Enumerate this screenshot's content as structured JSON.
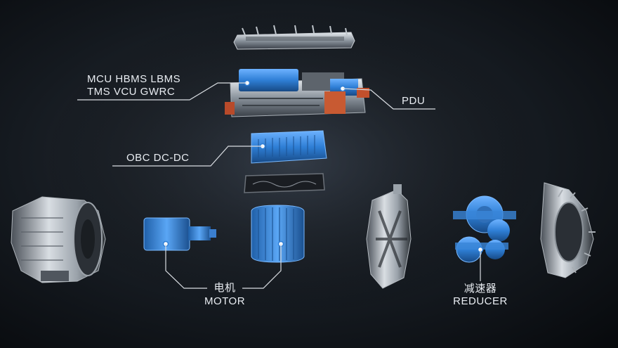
{
  "labels": {
    "controller_line1": "MCU HBMS LBMS",
    "controller_line2": "TMS VCU GWRC",
    "pdu": "PDU",
    "obc": "OBC DC-DC",
    "motor_cn": "电机",
    "motor_en": "MOTOR",
    "reducer_cn": "减速器",
    "reducer_en": "REDUCER"
  },
  "colors": {
    "background": "#0b0e12",
    "accent_blue": "#2f7fd6",
    "metal": "#9aa3ad",
    "orange": "#d8532a",
    "label_line": "#d9dde2"
  }
}
